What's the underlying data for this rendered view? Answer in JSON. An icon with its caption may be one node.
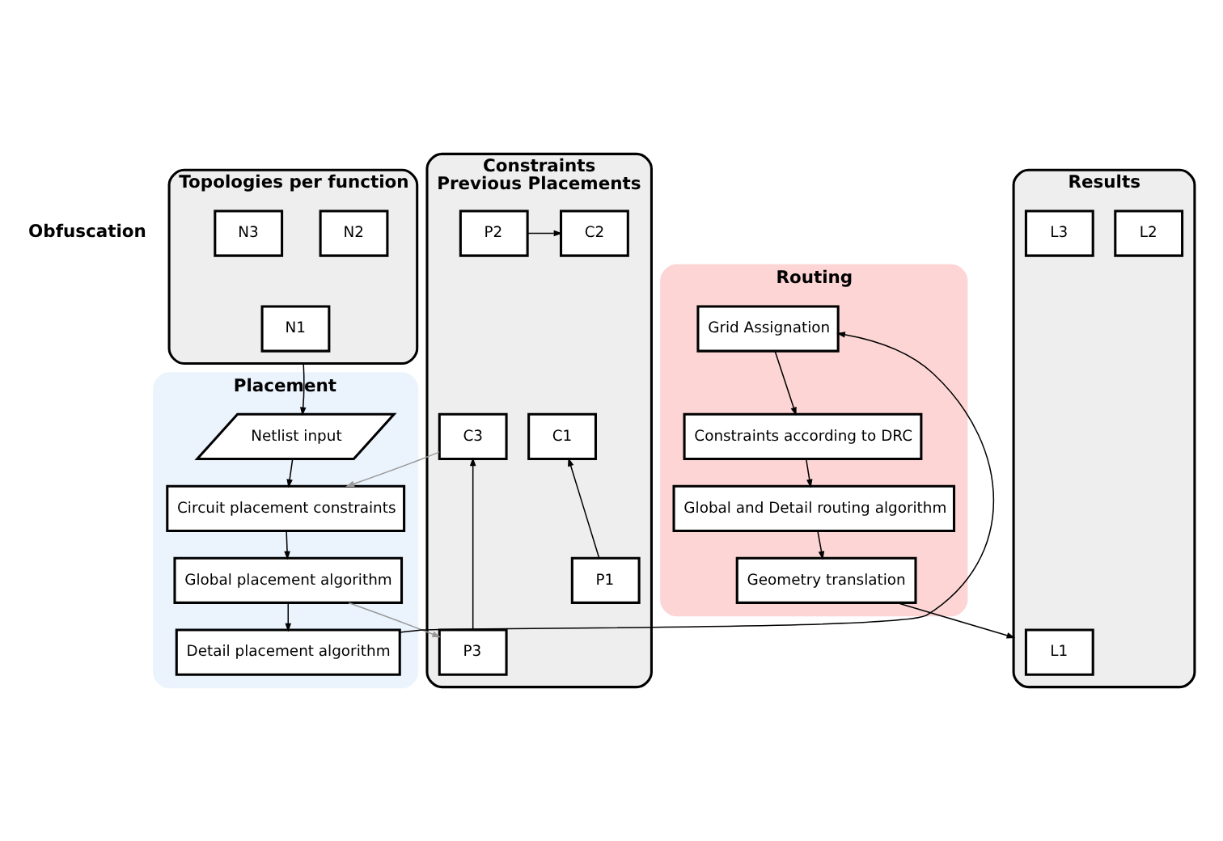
{
  "diagram": {
    "nodes": [
      {
        "text": [
          "Topologies per function"
        ]
      },
      {
        "text": [
          "N1"
        ],
        "in": 0
      },
      {
        "text": [
          "N2"
        ],
        "in": 0
      },
      {
        "text": [
          "N3"
        ],
        "in": 0
      },
      {
        "text": [
          "Constraints",
          "Previous Placements"
        ]
      },
      {
        "text": [
          "C1"
        ],
        "in": 4
      },
      {
        "text": [
          "C2"
        ],
        "in": 4
      },
      {
        "text": [
          "C3"
        ],
        "in": 4
      },
      {
        "text": [
          "P1"
        ],
        "in": 4
      },
      {
        "text": [
          "P2"
        ],
        "in": 4
      },
      {
        "text": [
          "P3"
        ],
        "in": 4
      },
      {
        "text": [
          "Results"
        ]
      },
      {
        "text": [
          "L1"
        ],
        "in": 11
      },
      {
        "text": [
          "L2"
        ],
        "in": 11
      },
      {
        "text": [
          "L3"
        ],
        "in": 11
      },
      {
        "text": [
          "Placement"
        ]
      },
      {
        "text": [
          "Netlist input"
        ],
        "in": 15
      },
      {
        "text": [
          "Circuit placement constraints"
        ],
        "in": 15
      },
      {
        "text": [
          "Global placement algorithm"
        ],
        "in": 15
      },
      {
        "text": [
          "Detail placement algorithm"
        ],
        "in": 15
      },
      {
        "text": [
          "Routing"
        ]
      },
      {
        "text": [
          "Grid Assignation"
        ],
        "in": 20
      },
      {
        "text": [
          "Constraints according to DRC"
        ],
        "in": 20
      },
      {
        "text": [
          "Global and Detail routing algorithm"
        ],
        "in": 20
      },
      {
        "text": [
          "Geometry translation"
        ],
        "in": 20
      }
    ],
    "edges": [
      {
        "from": 0,
        "to": 16,
        "arrow": "to"
      },
      {
        "from": 8,
        "to": 5,
        "arrow": "to"
      },
      {
        "from": 9,
        "to": 6,
        "arrow": "to"
      },
      {
        "from": 10,
        "to": 7,
        "arrow": "to"
      },
      {
        "from": 7,
        "to": 17,
        "arrow": "to",
        "color": "#999999"
      },
      {
        "from": 18,
        "to": 10,
        "arrow": "to",
        "color": "#999999"
      },
      {
        "from": 16,
        "to": 17,
        "arrow": "to"
      },
      {
        "from": 17,
        "to": 18,
        "arrow": "to"
      },
      {
        "from": 18,
        "to": 19,
        "arrow": "to"
      },
      {
        "from": 19,
        "to": 21,
        "arrow": "to"
      },
      {
        "from": 21,
        "to": 22,
        "arrow": "to"
      },
      {
        "from": 22,
        "to": 23,
        "arrow": "to"
      },
      {
        "from": 23,
        "to": 24,
        "arrow": "to"
      },
      {
        "from": 24,
        "to": 11,
        "arrow": "to"
      }
    ],
    "labels": [
      "Obfuscation"
    ]
  }
}
